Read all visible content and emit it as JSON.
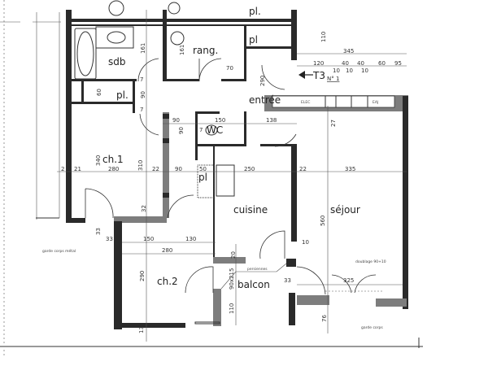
{
  "plan": {
    "unit_label": "T3",
    "unit_number": "N° 1",
    "rooms": {
      "sdb": "sdb",
      "rang": "rang.",
      "pl_sdb": "pl.",
      "pl_top": "pl.",
      "pl_right": "pl",
      "entree": "entrée",
      "wc": "WC",
      "ch1": "ch.1",
      "pl_kitchen": "pl",
      "cuisine": "cuisine",
      "sejour": "séjour",
      "ch2": "ch.2",
      "balcon": "balcon"
    },
    "notes": {
      "garde_corps_metal": "garde corps métal",
      "garde_corps": "garde corps",
      "doublage": "doublage 90+10",
      "persiennes": "persiennes",
      "elec": "ELEC",
      "eaj": "EAJ"
    },
    "dims": [
      "110",
      "345",
      "120",
      "40",
      "40",
      "60",
      "95",
      "10",
      "10",
      "10",
      "161",
      "161",
      "70",
      "290",
      "60",
      "90",
      "7",
      "7",
      "90",
      "150",
      "138",
      "7",
      "90",
      "27",
      "340",
      "280",
      "21",
      "2",
      "310",
      "22",
      "90",
      "50",
      "250",
      "22",
      "335",
      "560",
      "32",
      "33",
      "33",
      "150",
      "130",
      "280",
      "290",
      "20",
      "90x215",
      "110",
      "33",
      "10",
      "325",
      "76",
      "13"
    ]
  }
}
